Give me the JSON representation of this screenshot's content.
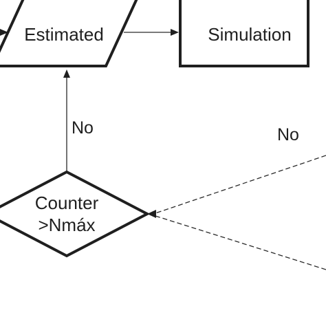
{
  "nodes": {
    "estimated": {
      "label": "Estimated",
      "shape": "parallelogram"
    },
    "simulation": {
      "label": "Simulation",
      "shape": "rectangle"
    },
    "counter": {
      "line1": "Counter",
      "line2": ">Nmáx",
      "shape": "diamond"
    }
  },
  "edges": {
    "counter_to_estimated": {
      "label": "No"
    },
    "right_branch": {
      "label": "No"
    }
  },
  "colors": {
    "stroke": "#1f1f1f",
    "background": "#ffffff"
  }
}
